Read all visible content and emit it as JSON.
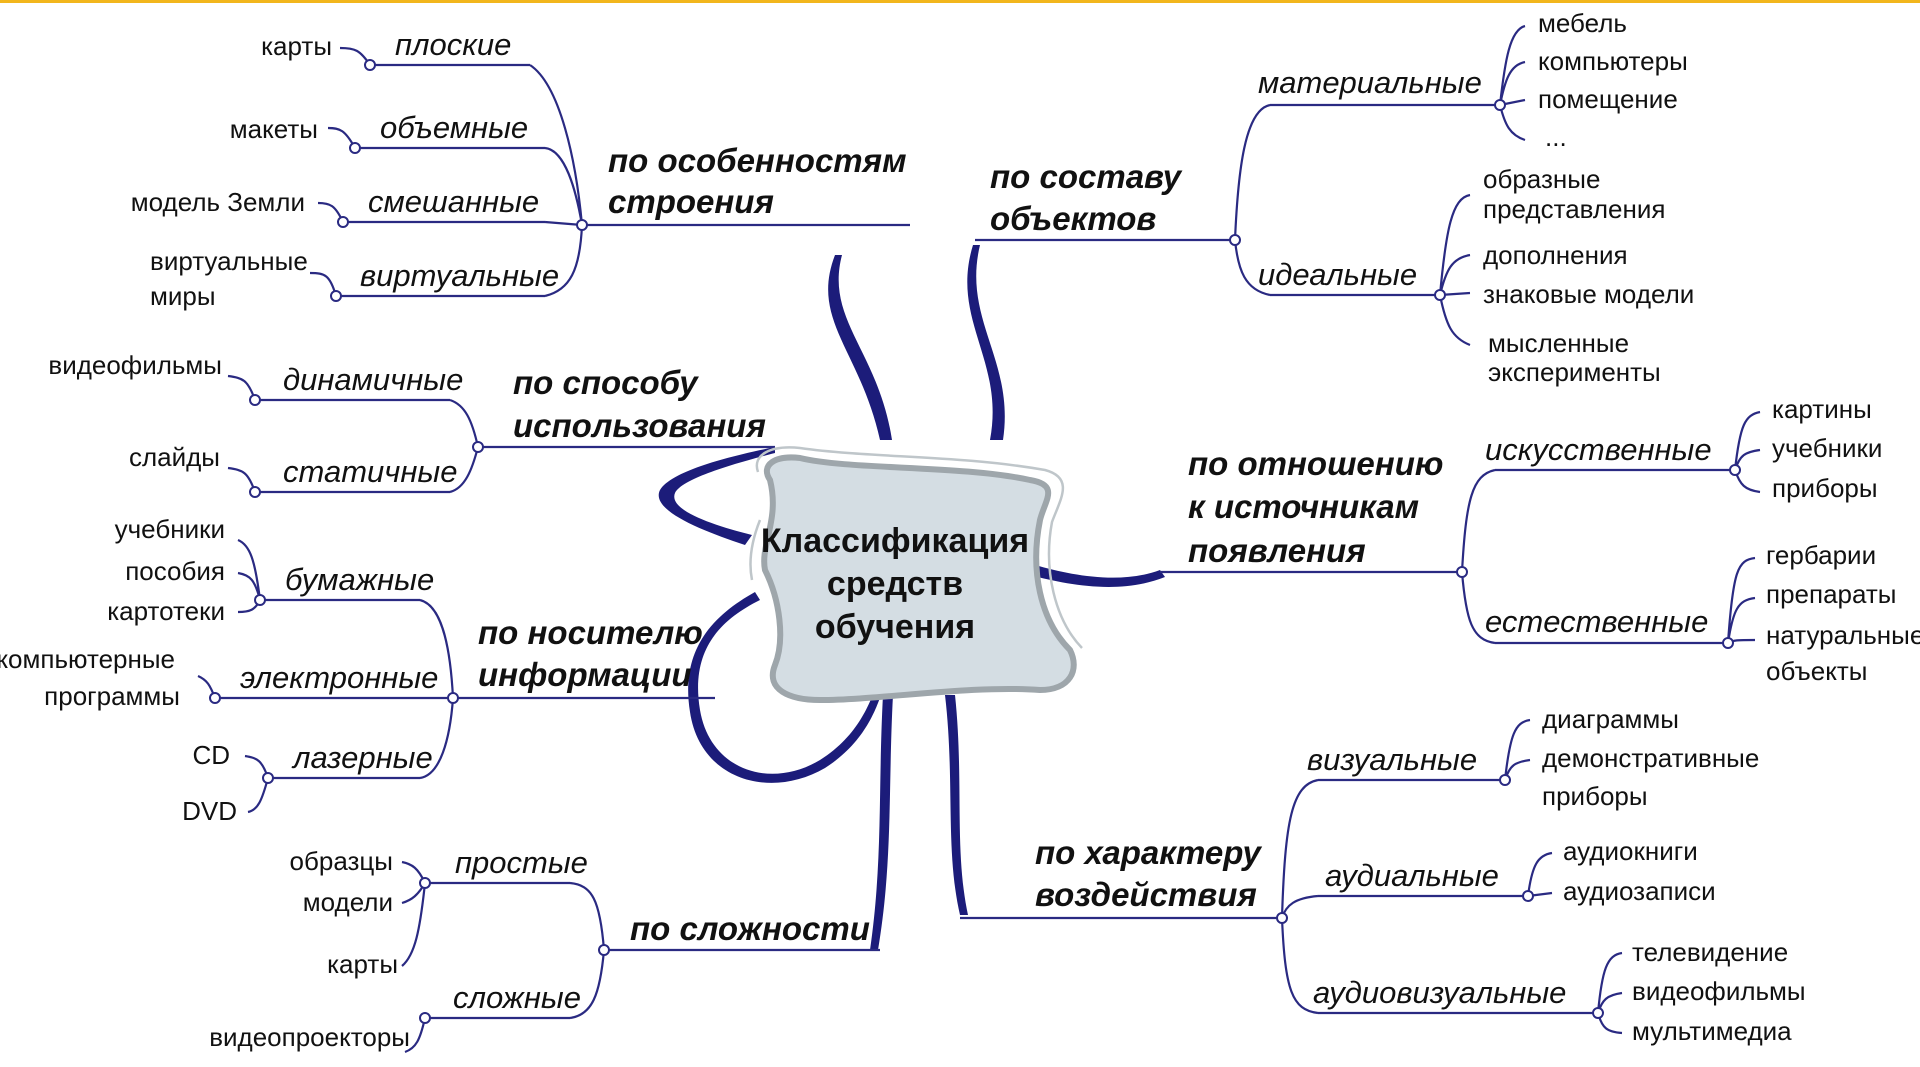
{
  "center": {
    "title_lines": [
      "Классификация",
      "средств",
      "обучения"
    ]
  },
  "branches": [
    {
      "title": [
        "по особенностям",
        "строения"
      ],
      "children": [
        {
          "label": "плоские",
          "leaves": [
            "карты"
          ]
        },
        {
          "label": "объемные",
          "leaves": [
            "макеты"
          ]
        },
        {
          "label": "смешанные",
          "leaves": [
            "модель Земли"
          ]
        },
        {
          "label": "виртуальные",
          "leaves": [
            [
              "виртуальные",
              "миры"
            ]
          ]
        }
      ]
    },
    {
      "title": [
        "по способу",
        "использования"
      ],
      "children": [
        {
          "label": "динамичные",
          "leaves": [
            "видеофильмы"
          ]
        },
        {
          "label": "статичные",
          "leaves": [
            "слайды"
          ]
        }
      ]
    },
    {
      "title": [
        "по носителю",
        "информации"
      ],
      "children": [
        {
          "label": "бумажные",
          "leaves": [
            "учебники",
            "пособия",
            "картотеки"
          ]
        },
        {
          "label": "электронные",
          "leaves": [
            [
              "компьютерные",
              "программы"
            ]
          ]
        },
        {
          "label": "лазерные",
          "leaves": [
            "CD",
            "DVD"
          ]
        }
      ]
    },
    {
      "title": [
        "по сложности"
      ],
      "children": [
        {
          "label": "простые",
          "leaves": [
            "образцы",
            "модели",
            "карты"
          ]
        },
        {
          "label": "сложные",
          "leaves": [
            "видеопроекторы"
          ]
        }
      ]
    },
    {
      "title": [
        "по составу",
        "объектов"
      ],
      "children": [
        {
          "label": "материальные",
          "leaves": [
            "мебель",
            "компьютеры",
            "помещение",
            "..."
          ]
        },
        {
          "label": "идеальные",
          "leaves": [
            [
              "образные",
              "представления"
            ],
            "дополнения",
            "знаковые модели",
            [
              "мысленные",
              "эксперименты"
            ]
          ]
        }
      ]
    },
    {
      "title": [
        "по отношению",
        "к источникам",
        "появления"
      ],
      "children": [
        {
          "label": "искусственные",
          "leaves": [
            "картины",
            "учебники",
            "приборы"
          ]
        },
        {
          "label": "естественные",
          "leaves": [
            "гербарии",
            "препараты",
            [
              "натуральные",
              "объекты"
            ]
          ]
        }
      ]
    },
    {
      "title": [
        "по характеру",
        "воздействия"
      ],
      "children": [
        {
          "label": "визуальные",
          "leaves": [
            "диаграммы",
            "демонстративные",
            "приборы"
          ]
        },
        {
          "label": "аудиальные",
          "leaves": [
            "аудиокниги",
            "аудиозаписи"
          ]
        },
        {
          "label": "аудиовизуальные",
          "leaves": [
            "телевидение",
            "видеофильмы",
            "мультимедиа"
          ]
        }
      ]
    }
  ],
  "colors": {
    "accent_line": "#f2b61c",
    "branch": "#1c1c7a",
    "center_fill": "#d4dde3",
    "center_border": "#9ea6ab"
  }
}
